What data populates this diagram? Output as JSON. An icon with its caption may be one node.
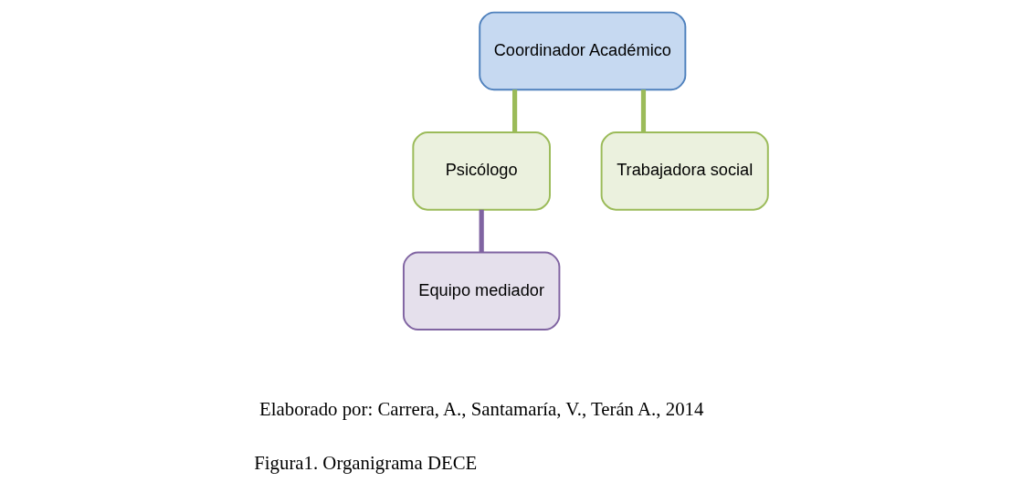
{
  "diagram": {
    "caption": "Figura1. Organigrama DECE",
    "nodes": [
      {
        "text": [
          "Coordinador Académico"
        ]
      },
      {
        "text": [
          "Psicólogo"
        ]
      },
      {
        "text": [
          "Trabajadora social"
        ]
      },
      {
        "text": [
          "Equipo mediador"
        ]
      }
    ],
    "edges": [
      {
        "from": 0,
        "to": 1,
        "arrow": "none"
      },
      {
        "from": 0,
        "to": 2,
        "arrow": "none"
      },
      {
        "from": 1,
        "to": 3,
        "arrow": "none",
        "color": "#8064a2"
      }
    ],
    "labels": [
      "Elaborado por: Carrera, A., Santamaría, V., Terán A., 2014"
    ]
  }
}
